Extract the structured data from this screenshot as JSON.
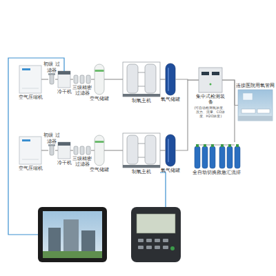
{
  "diagram": {
    "nodes": [
      {
        "text": [
          "空气压缩机"
        ]
      },
      {
        "text": [
          "初级 过滤器"
        ]
      },
      {
        "text": [
          "冷干机"
        ]
      },
      {
        "text": [
          "三级精密 过滤器"
        ]
      },
      {
        "text": [
          "空气储罐"
        ]
      },
      {
        "text": [
          "制氧主机"
        ]
      },
      {
        "text": [
          "氧气储罐"
        ]
      },
      {
        "text": [
          "空气压缩机"
        ]
      },
      {
        "text": [
          "初级 过滤器"
        ]
      },
      {
        "text": [
          "冷干机"
        ]
      },
      {
        "text": [
          "三级精密 过滤器"
        ]
      },
      {
        "text": [
          "空气储罐"
        ]
      },
      {
        "text": [
          "制氧主机"
        ]
      },
      {
        "text": [
          "氧气储罐"
        ]
      },
      {
        "text": [
          "集中式检测装备",
          "(可自动检测氧浓度、压力、流量、CO浓度、H2O浓度)"
        ]
      },
      {
        "text": [
          "连接医院用氧管网"
        ]
      },
      {
        "text": [
          "全自动切换救急汇流排"
        ]
      }
    ],
    "edges": [
      {
        "from": 0,
        "to": 1,
        "arrow": "none"
      },
      {
        "from": 1,
        "to": 2,
        "arrow": "none"
      },
      {
        "from": 2,
        "to": 3,
        "arrow": "none"
      },
      {
        "from": 3,
        "to": 4,
        "arrow": "none"
      },
      {
        "from": 4,
        "to": 5,
        "arrow": "none"
      },
      {
        "from": 5,
        "to": 6,
        "arrow": "none"
      },
      {
        "from": 7,
        "to": 8,
        "arrow": "none"
      },
      {
        "from": 8,
        "to": 9,
        "arrow": "none"
      },
      {
        "from": 9,
        "to": 10,
        "arrow": "none"
      },
      {
        "from": 10,
        "to": 11,
        "arrow": "none"
      },
      {
        "from": 11,
        "to": 12,
        "arrow": "none"
      },
      {
        "from": 12,
        "to": 13,
        "arrow": "none"
      },
      {
        "from": 6,
        "to": 14,
        "arrow": "none"
      },
      {
        "from": 13,
        "to": 14,
        "arrow": "none"
      },
      {
        "from": 14,
        "to": 15,
        "arrow": "none"
      },
      {
        "from": 16,
        "to": 14,
        "arrow": "none"
      }
    ]
  }
}
